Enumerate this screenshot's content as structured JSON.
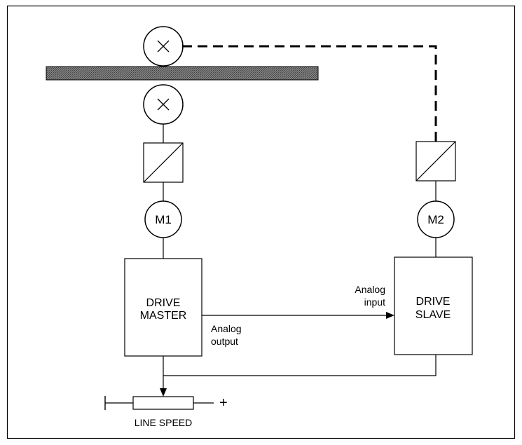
{
  "diagram": {
    "motor_master_label": "M1",
    "motor_slave_label": "M2",
    "drive_master": {
      "line1": "DRIVE",
      "line2": "MASTER"
    },
    "drive_slave": {
      "line1": "DRIVE",
      "line2": "SLAVE"
    },
    "analog_output": {
      "line1": "Analog",
      "line2": "output"
    },
    "analog_input": {
      "line1": "Analog",
      "line2": "input"
    },
    "potentiometer": {
      "caption": "LINE SPEED",
      "plus_sign": "+"
    }
  }
}
